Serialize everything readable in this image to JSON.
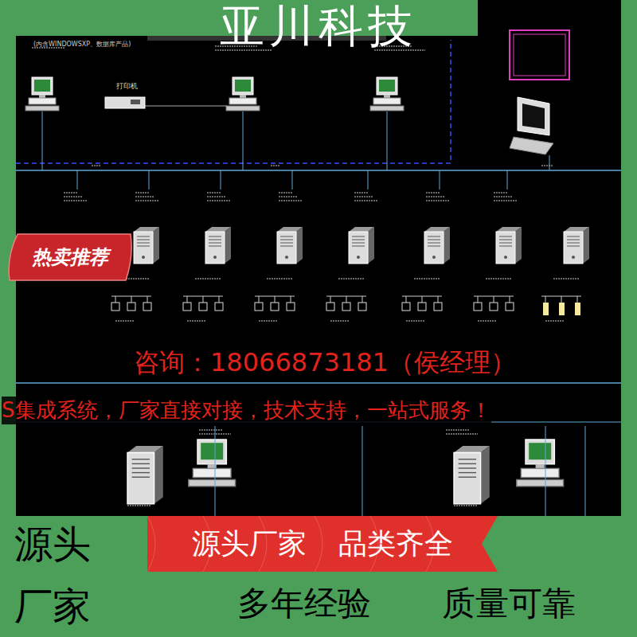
{
  "diagram": {
    "title": "亚川科技",
    "nodes": [
      {
        "text": [
          "热卖推荐"
        ]
      },
      {
        "text": [
          "源头厂家",
          "品类齐全"
        ]
      },
      {
        "text": [
          "打印机"
        ]
      }
    ],
    "labels": [
      "咨询：18066873181（侯经理）",
      "S集成系统，厂家直接对接，技术支持，一站式服务！",
      "源头",
      "厂家",
      "多年经验",
      "质量可靠",
      "(内含WINDOWSXP、数据库产品)"
    ]
  }
}
